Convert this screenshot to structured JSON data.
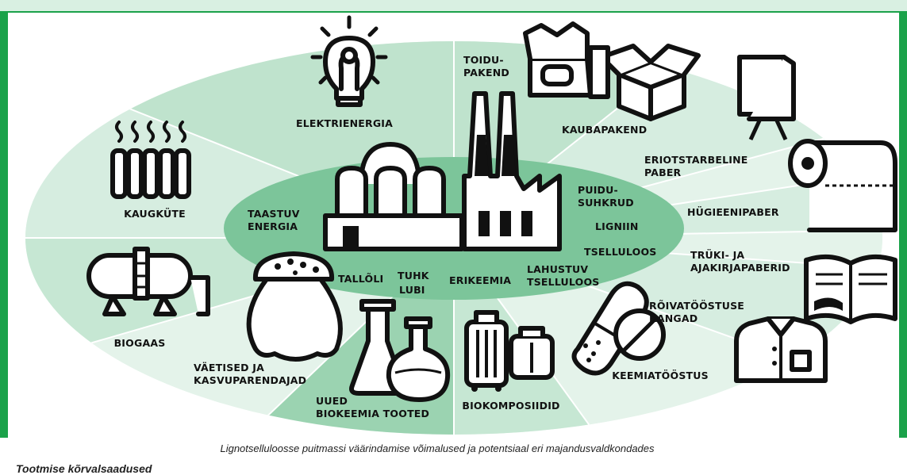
{
  "colors": {
    "border": "#1ba24a",
    "top_band": "#d9f0e2",
    "seg_light": "#e4f3ea",
    "seg_mid": "#bfe3cd",
    "seg_dark": "#9bd3b1",
    "inner_ellipse": "#7cc59a",
    "divider": "#ffffff"
  },
  "center": {
    "label_taastuv": [
      "TAASTUV",
      "ENERGIA"
    ],
    "label_puidusuhkrud": [
      "PUIDU-",
      "SUHKRUD"
    ],
    "label_ligniin": "LIGNIIN",
    "label_tselluloos": "TSELLULOOS",
    "label_lahustuv": [
      "LAHUSTUV",
      "TSELLULOOS"
    ],
    "label_erikeemia": "ERIKEEMIA",
    "label_tuhk": [
      "TUHK",
      "LUBI"
    ],
    "label_tallolli": "TALLÕLI"
  },
  "sectors": {
    "elektrienergia": "ELEKTRIENERGIA",
    "kaugkute": "KAUGKÜTE",
    "biogaas": "BIOGAAS",
    "vaetised": [
      "VÄETISED JA",
      "KASVUPARENDAJAD"
    ],
    "biokeemia": [
      "UUED",
      "BIOKEEMIA TOOTED"
    ],
    "biokomposiidid": "BIOKOMPOSIIDID",
    "keemiatoostus": "KEEMIATÖÖSTUS",
    "roivatoostus": [
      "RÕIVATÖÖSTUSE",
      "KANGAD"
    ],
    "truki": [
      "TRÜKI- JA",
      "AJAKIRJAPABERID"
    ],
    "hugieen": "HÜGIEENIPABER",
    "eriotstarbeline": [
      "ERIOTSTARBELINE",
      "PABER"
    ],
    "kaubapakend": "KAUBAPAKEND",
    "toidupakend": [
      "TOIDU-",
      "PAKEND"
    ]
  },
  "caption": "Lignotselluloosse puitmassi väärindamise võimalused ja potentsiaal eri majandusvaldkondades",
  "subheading": "Tootmise kõrvalsaadused"
}
